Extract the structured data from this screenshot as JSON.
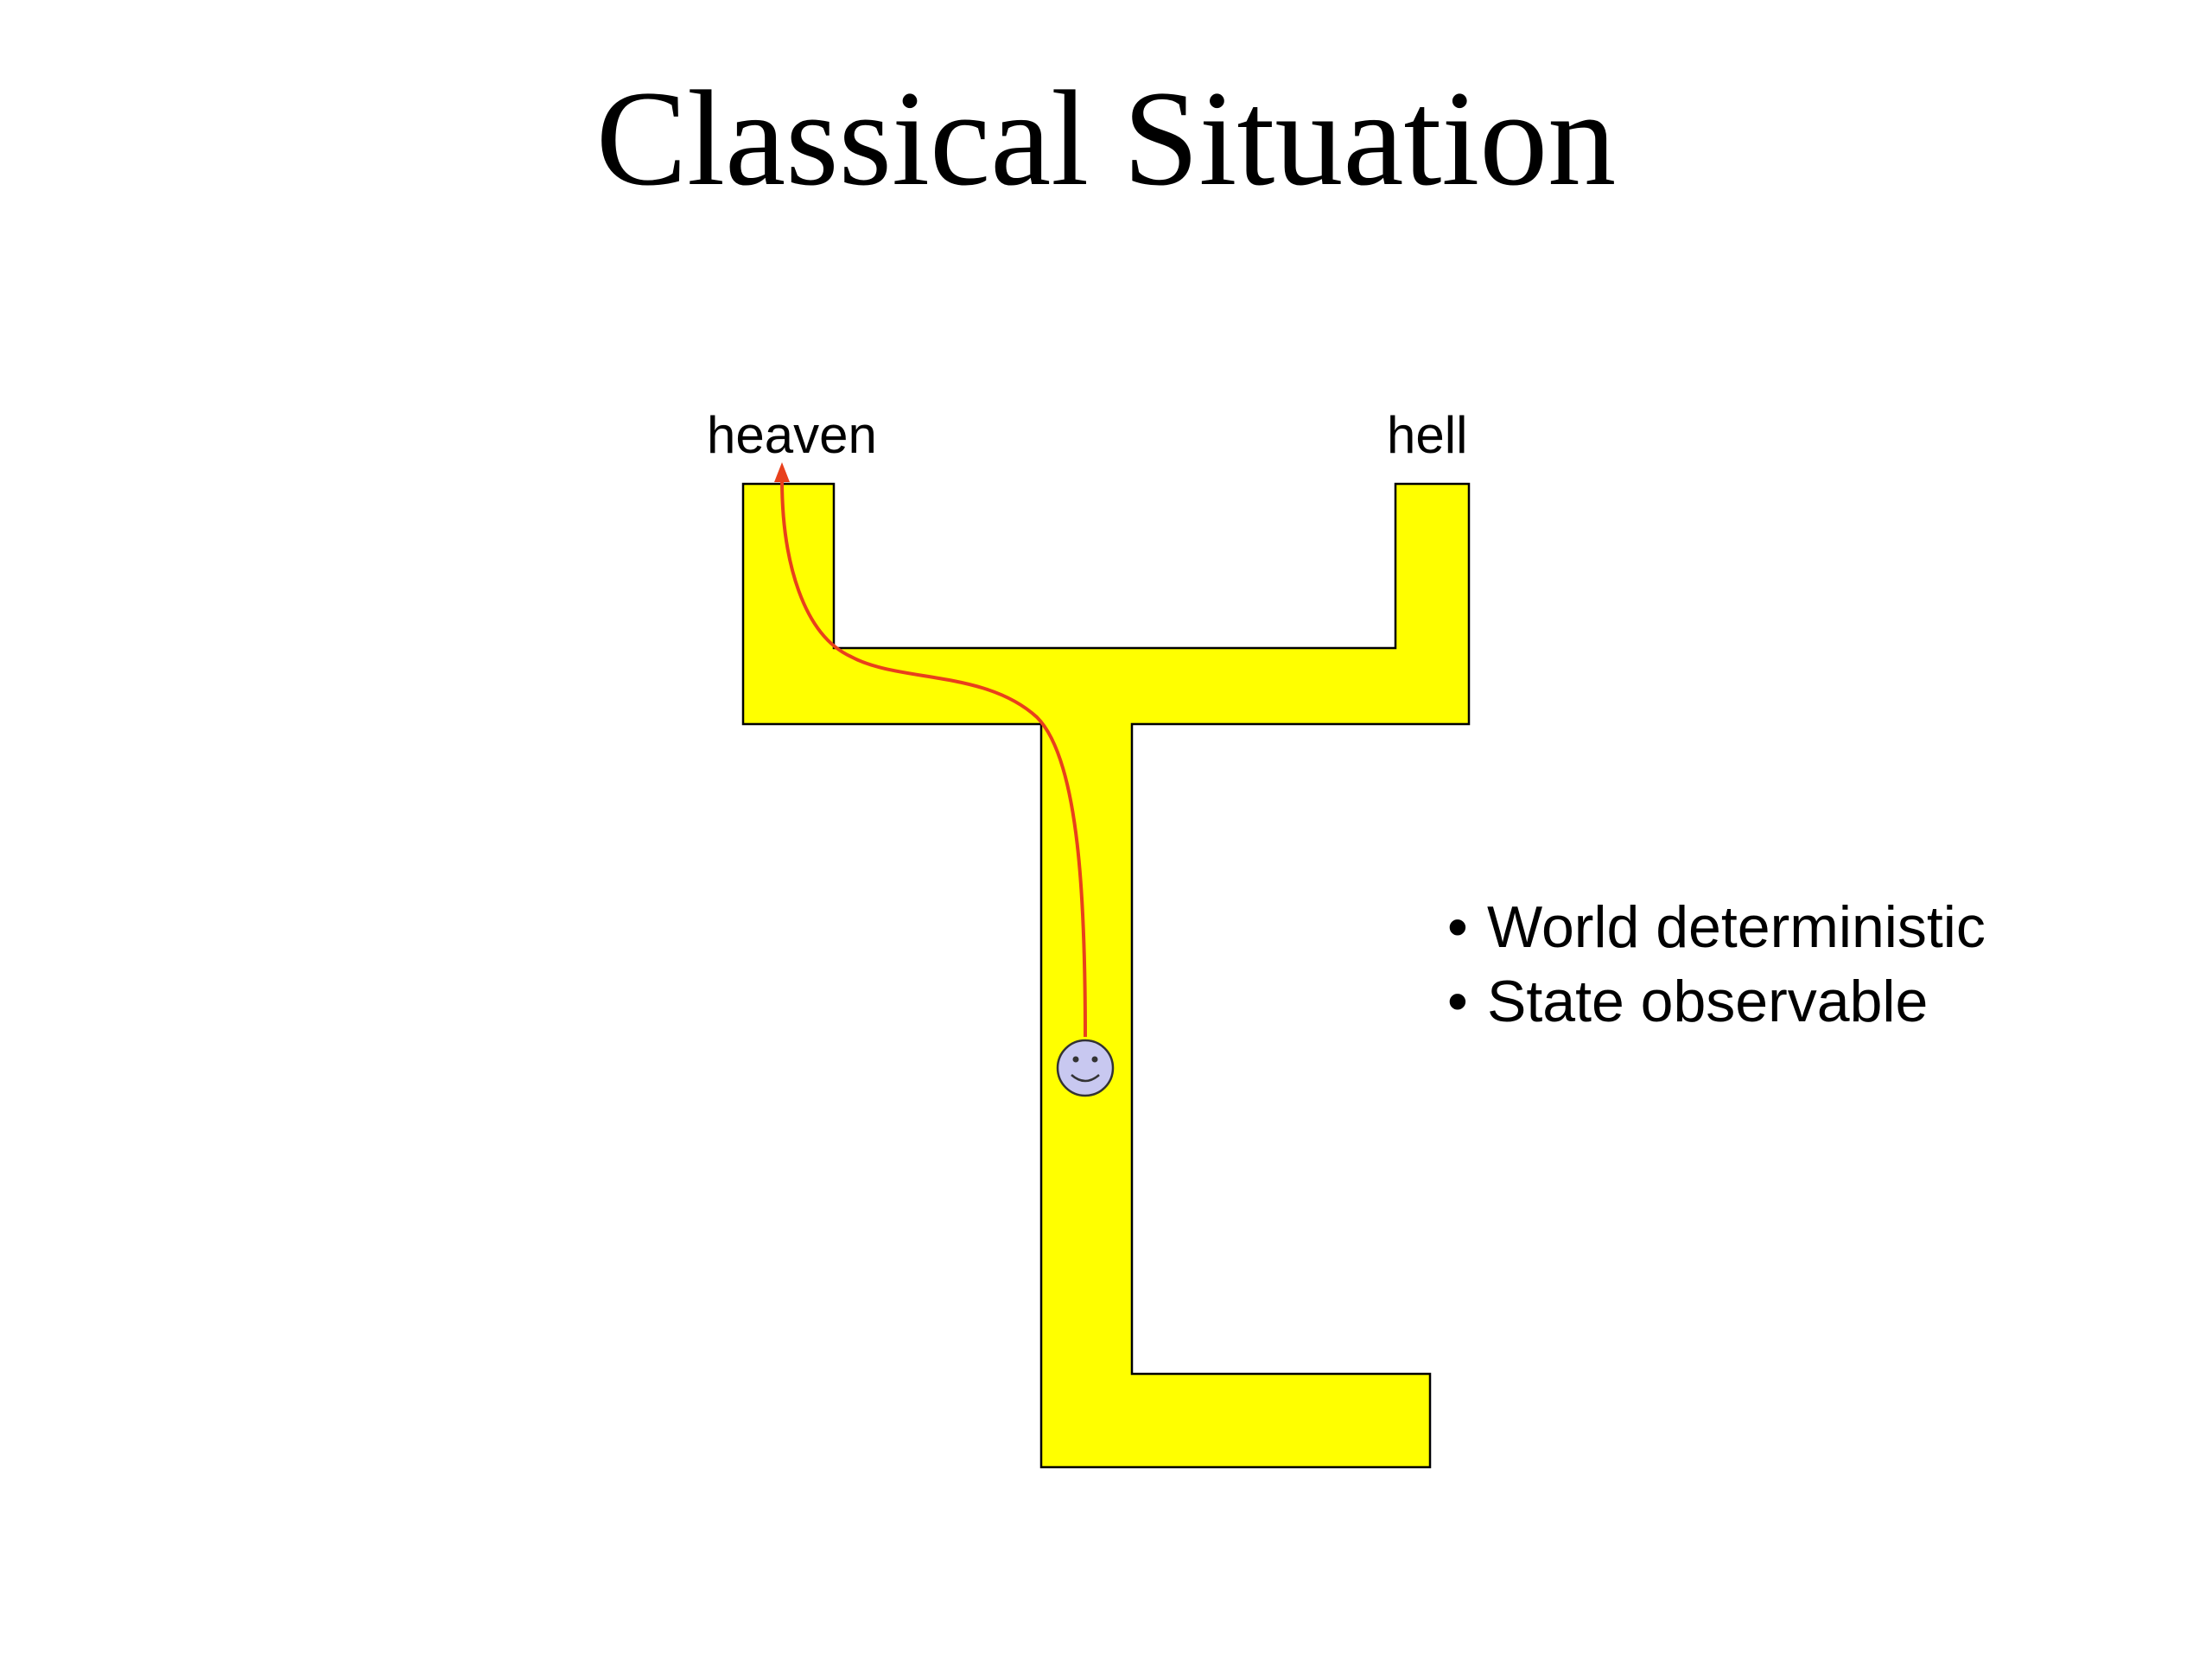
{
  "slide": {
    "title": "Classical Situation",
    "labels": {
      "heaven": "heaven",
      "hell": "hell"
    },
    "bullets": [
      {
        "text": "World deterministic"
      },
      {
        "text": "State observable"
      }
    ],
    "bullet_symbol": "•"
  },
  "colors": {
    "maze_fill": "#ffff00",
    "maze_outline": "#000000",
    "path": "#e8401c",
    "agent_fill": "#c8c8f0",
    "agent_outline": "#333333",
    "background": "#ffffff"
  },
  "icons": {
    "agent": "smiley-face-icon",
    "path_arrow": "arrow-up-icon"
  }
}
